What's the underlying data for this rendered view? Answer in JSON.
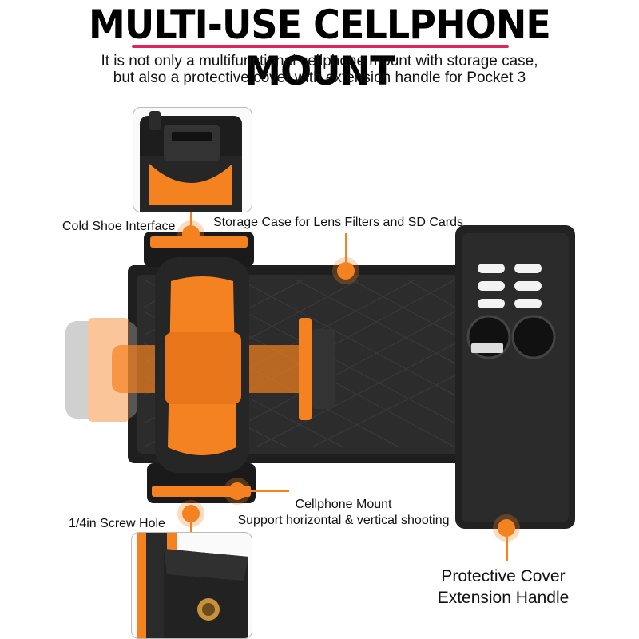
{
  "header": {
    "title": "MULTI-USE CELLPHONE MOUNT",
    "subtitle_line1": "It is not only a multifunctional cellphone mount with storage case,",
    "subtitle_line2": "but also a protective cover with extension handle for Pocket 3"
  },
  "callouts": {
    "cold_shoe": "Cold Shoe Interface",
    "storage_case": "Storage Case for Lens Filters and SD Cards",
    "cellphone_mount_line1": "Cellphone Mount",
    "cellphone_mount_line2": "Support horizontal & vertical shooting",
    "screw_hole": "1/4in Screw Hole",
    "protective_line1": "Protective Cover",
    "protective_line2": "Extension Handle"
  },
  "colors": {
    "accent_orange": "#f58220",
    "underline_red": "#e0245e",
    "body_black": "#1f1f1f"
  }
}
